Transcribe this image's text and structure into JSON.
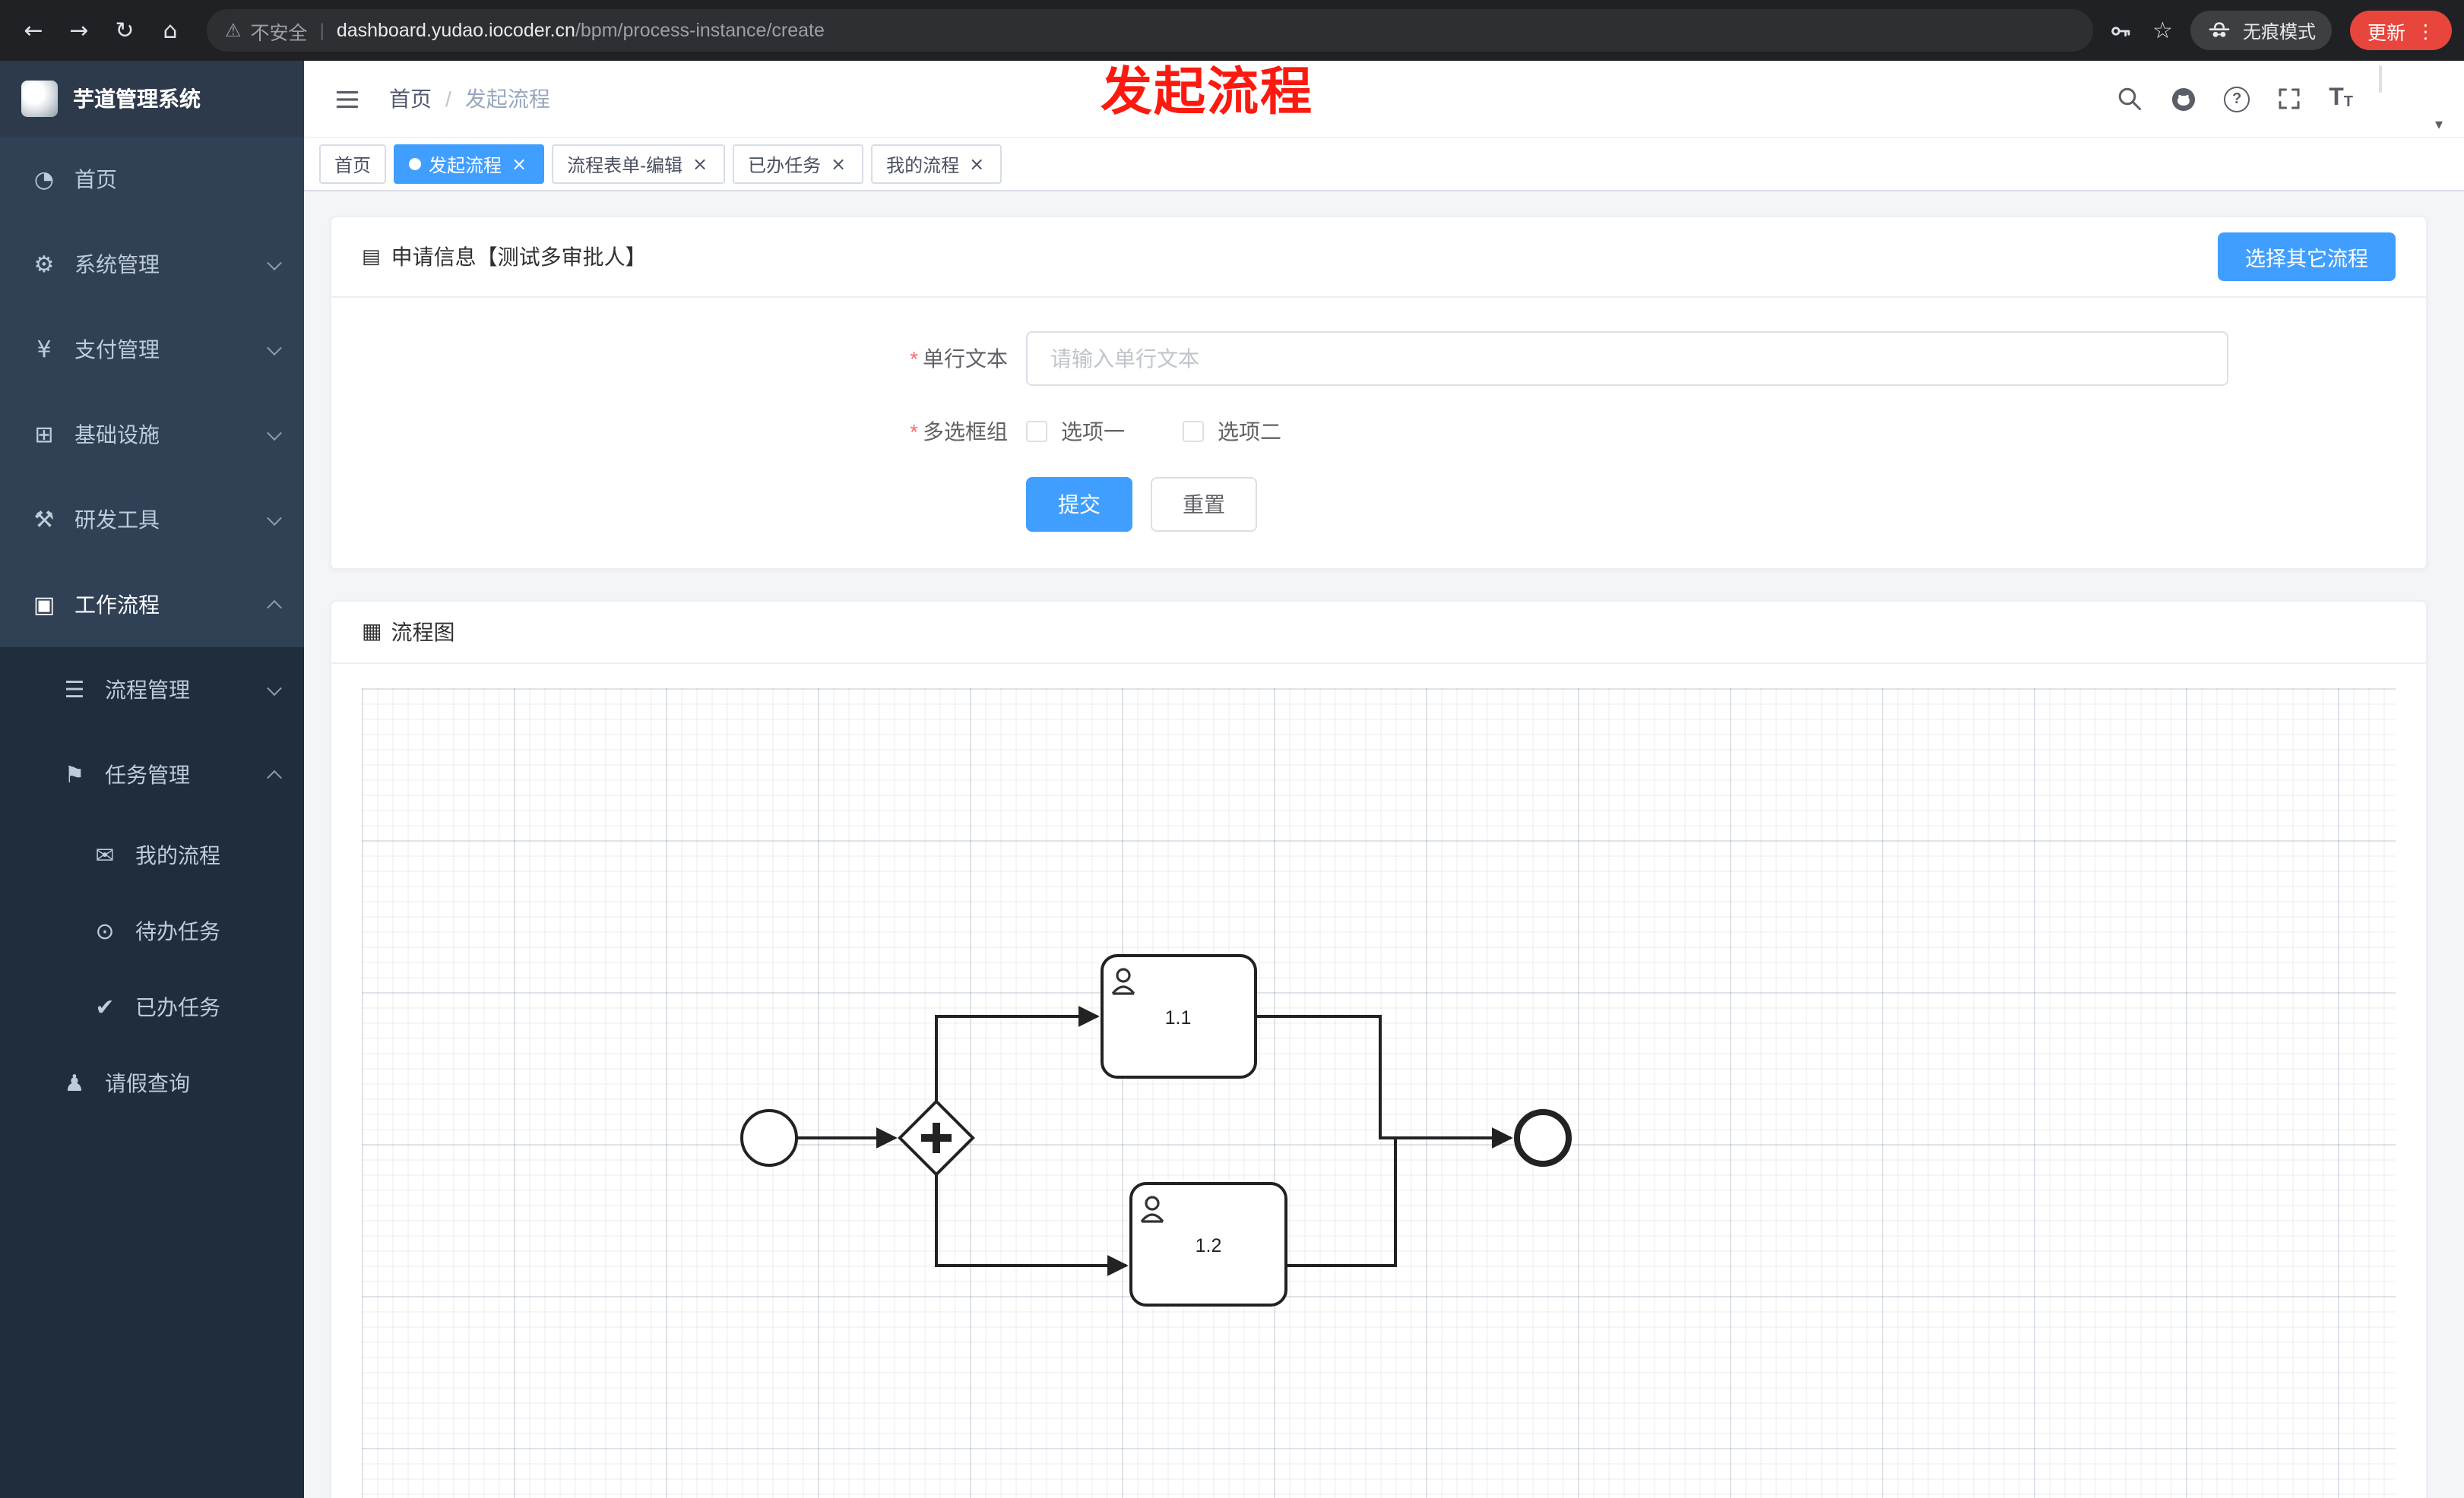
{
  "browser": {
    "security": "不安全",
    "url_domain": "dashboard.yudao.iocoder.cn",
    "url_path": "/bpm/process-instance/create",
    "incognito": "无痕模式",
    "update": "更新"
  },
  "annotation": "发起流程",
  "sidebar": {
    "title": "芋道管理系统",
    "menu": [
      {
        "label": "首页"
      },
      {
        "label": "系统管理"
      },
      {
        "label": "支付管理"
      },
      {
        "label": "基础设施"
      },
      {
        "label": "研发工具"
      },
      {
        "label": "工作流程"
      },
      {
        "label": "流程管理"
      },
      {
        "label": "任务管理"
      },
      {
        "label": "我的流程"
      },
      {
        "label": "待办任务"
      },
      {
        "label": "已办任务"
      },
      {
        "label": "请假查询"
      }
    ]
  },
  "header": {
    "breadcrumb": [
      "首页",
      "发起流程"
    ]
  },
  "tabs": [
    {
      "label": "首页"
    },
    {
      "label": "发起流程"
    },
    {
      "label": "流程表单-编辑"
    },
    {
      "label": "已办任务"
    },
    {
      "label": "我的流程"
    }
  ],
  "form_card": {
    "title": "申请信息【测试多审批人】",
    "choose_other": "选择其它流程",
    "text_label": "单行文本",
    "text_placeholder": "请输入单行文本",
    "checkbox_label": "多选框组",
    "options": [
      "选项一",
      "选项二"
    ],
    "submit": "提交",
    "reset": "重置"
  },
  "diagram_card": {
    "title": "流程图",
    "tasks": [
      {
        "label": "1.1"
      },
      {
        "label": "1.2"
      }
    ]
  },
  "icons": {
    "back": "←",
    "forward": "→",
    "refresh": "↻",
    "home": "⌂",
    "warning": "⚠",
    "divider": "|",
    "star": "☆",
    "menu_dots": "⋮",
    "dashboard": "◔",
    "gear": "⚙",
    "yen": "¥",
    "infrastructure": "⊞",
    "tools": "⚒",
    "workflow": "▣",
    "process_mgmt": "☰",
    "task_mgmt": "⚑",
    "my_process": "✉",
    "todo_eye": "⊙",
    "done_check": "✔",
    "user": "♟",
    "doc": "▤",
    "flowchart": "▦",
    "close": "×",
    "question": "?",
    "caret_down": "▾",
    "crumb_sep": "/",
    "font_big": "T",
    "font_small": "T",
    "required": "*"
  },
  "colors": {
    "accent": "#409eff",
    "sidebar_bg": "#304156",
    "submenu_bg": "#1f2d3d",
    "danger": "#f56c6c",
    "annotation_red": "#fc1a10",
    "update_button": "#e8453c"
  }
}
